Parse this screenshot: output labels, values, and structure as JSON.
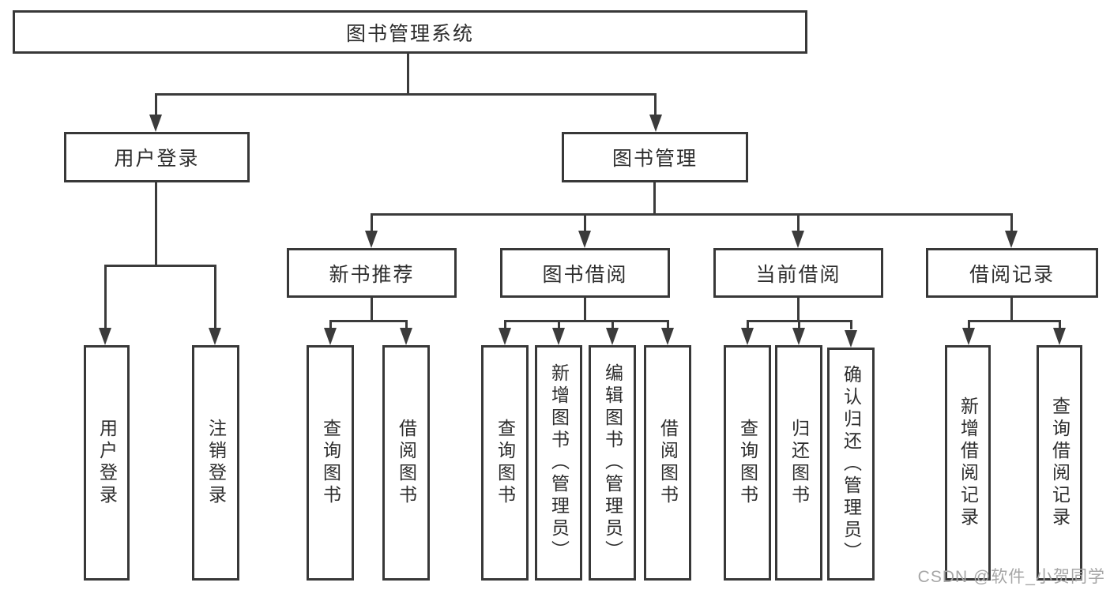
{
  "root": {
    "label": "图书管理系统"
  },
  "branches": [
    {
      "label": "用户登录",
      "leaves": [
        {
          "label": "用户登录"
        },
        {
          "label": "注销登录"
        }
      ]
    },
    {
      "label": "图书管理",
      "groups": [
        {
          "label": "新书推荐",
          "leaves": [
            {
              "label": "查询图书"
            },
            {
              "label": "借阅图书"
            }
          ]
        },
        {
          "label": "图书借阅",
          "leaves": [
            {
              "label": "查询图书"
            },
            {
              "label": "新增图书（管理员）"
            },
            {
              "label": "编辑图书（管理员）"
            },
            {
              "label": "借阅图书"
            }
          ]
        },
        {
          "label": "当前借阅",
          "leaves": [
            {
              "label": "查询图书"
            },
            {
              "label": "归还图书"
            },
            {
              "label": "确认归还（管理员）"
            }
          ]
        },
        {
          "label": "借阅记录",
          "leaves": [
            {
              "label": "新增借阅记录"
            },
            {
              "label": "查询借阅记录"
            }
          ]
        }
      ]
    }
  ],
  "watermark": {
    "text": "CSDN @软件_小贺同学",
    "color": "#a6a6a6"
  },
  "colors": {
    "line": "#3b3b3b",
    "box_border": "#383838",
    "box_fill": "#ffffff",
    "text": "#2d2d2d"
  }
}
